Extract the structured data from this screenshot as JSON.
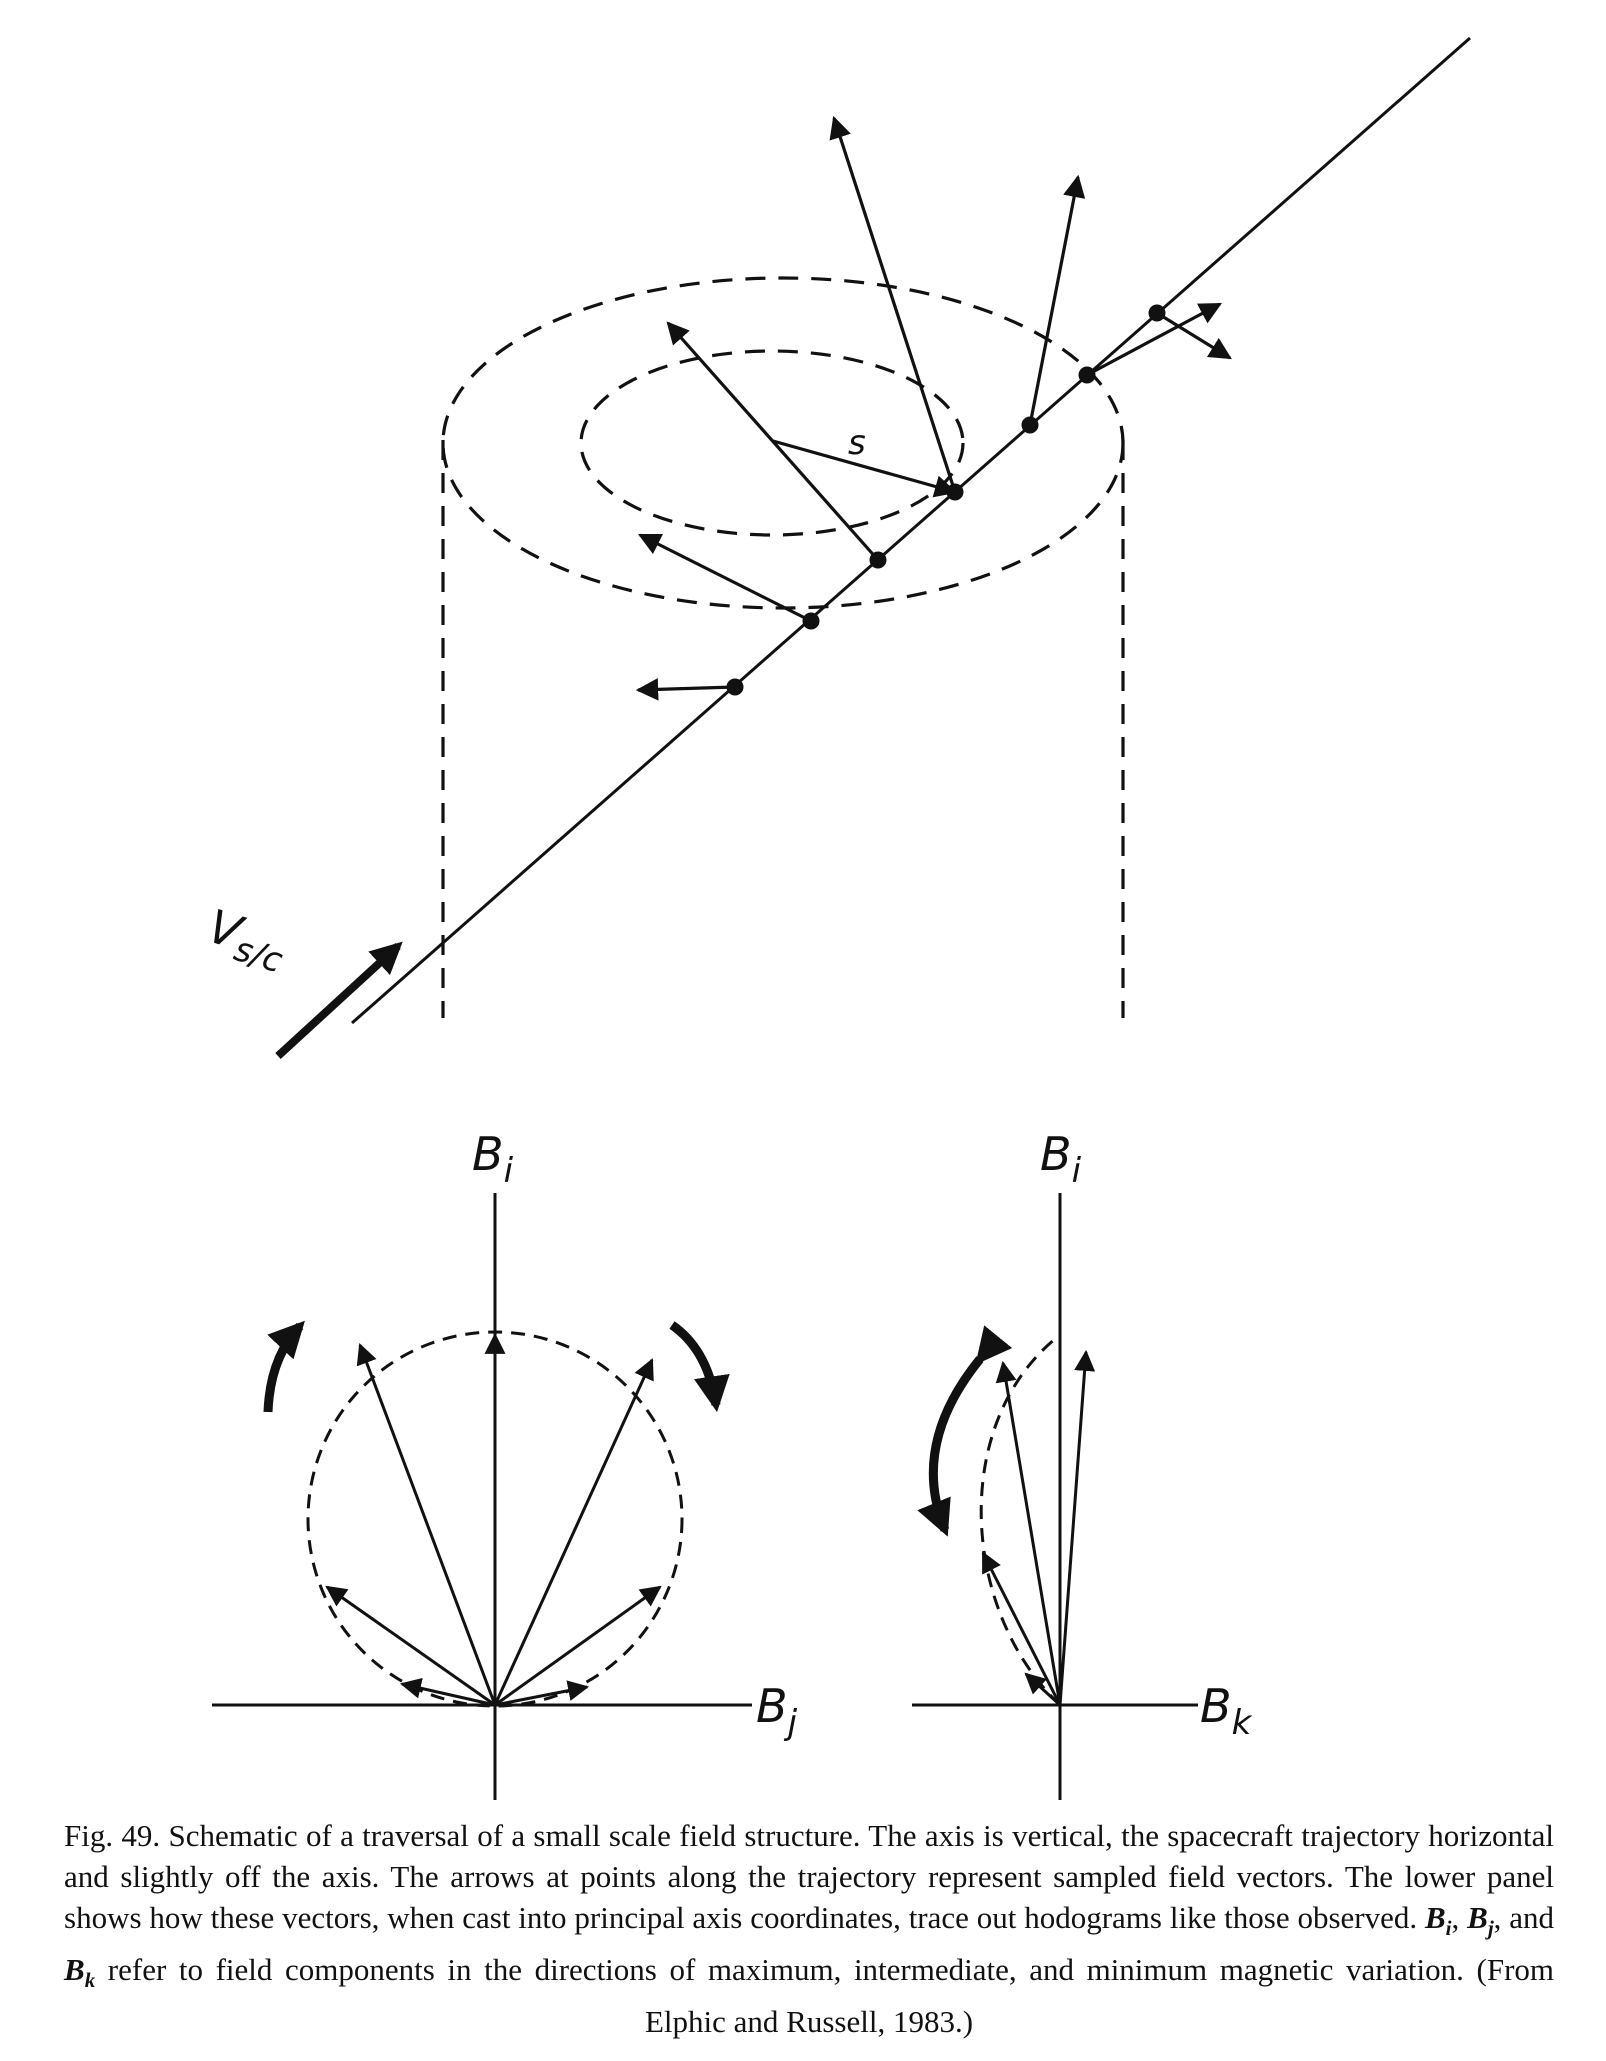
{
  "labels": {
    "velocity_main": "V",
    "velocity_sub": "s/c",
    "s": "s",
    "bi_left_main": "B",
    "bi_left_sub": "i",
    "bj_main": "B",
    "bj_sub": "j",
    "bi_right_main": "B",
    "bi_right_sub": "i",
    "bk_main": "B",
    "bk_sub": "k"
  },
  "caption": {
    "p1": "Fig. 49.   Schematic of a traversal of a small scale field structure. The axis is vertical, the spacecraft trajectory horizontal and slightly off the axis. The arrows at points along the trajectory represent sampled field vectors. The lower panel shows how these vectors, when cast into principal axis coordinates, trace out hodograms like those observed.",
    "b1": "B",
    "s1": "i",
    "sep1": ",",
    "b2": "B",
    "s2": "j",
    "sep2": ", and",
    "b3": "B",
    "s3": "k",
    "p2": "refer to field components in the directions of maximum, intermediate, and minimum magnetic variation. (From Elphic and Russell, 1983.)"
  },
  "colors": {
    "ink": "#111111",
    "background": "#ffffff"
  }
}
